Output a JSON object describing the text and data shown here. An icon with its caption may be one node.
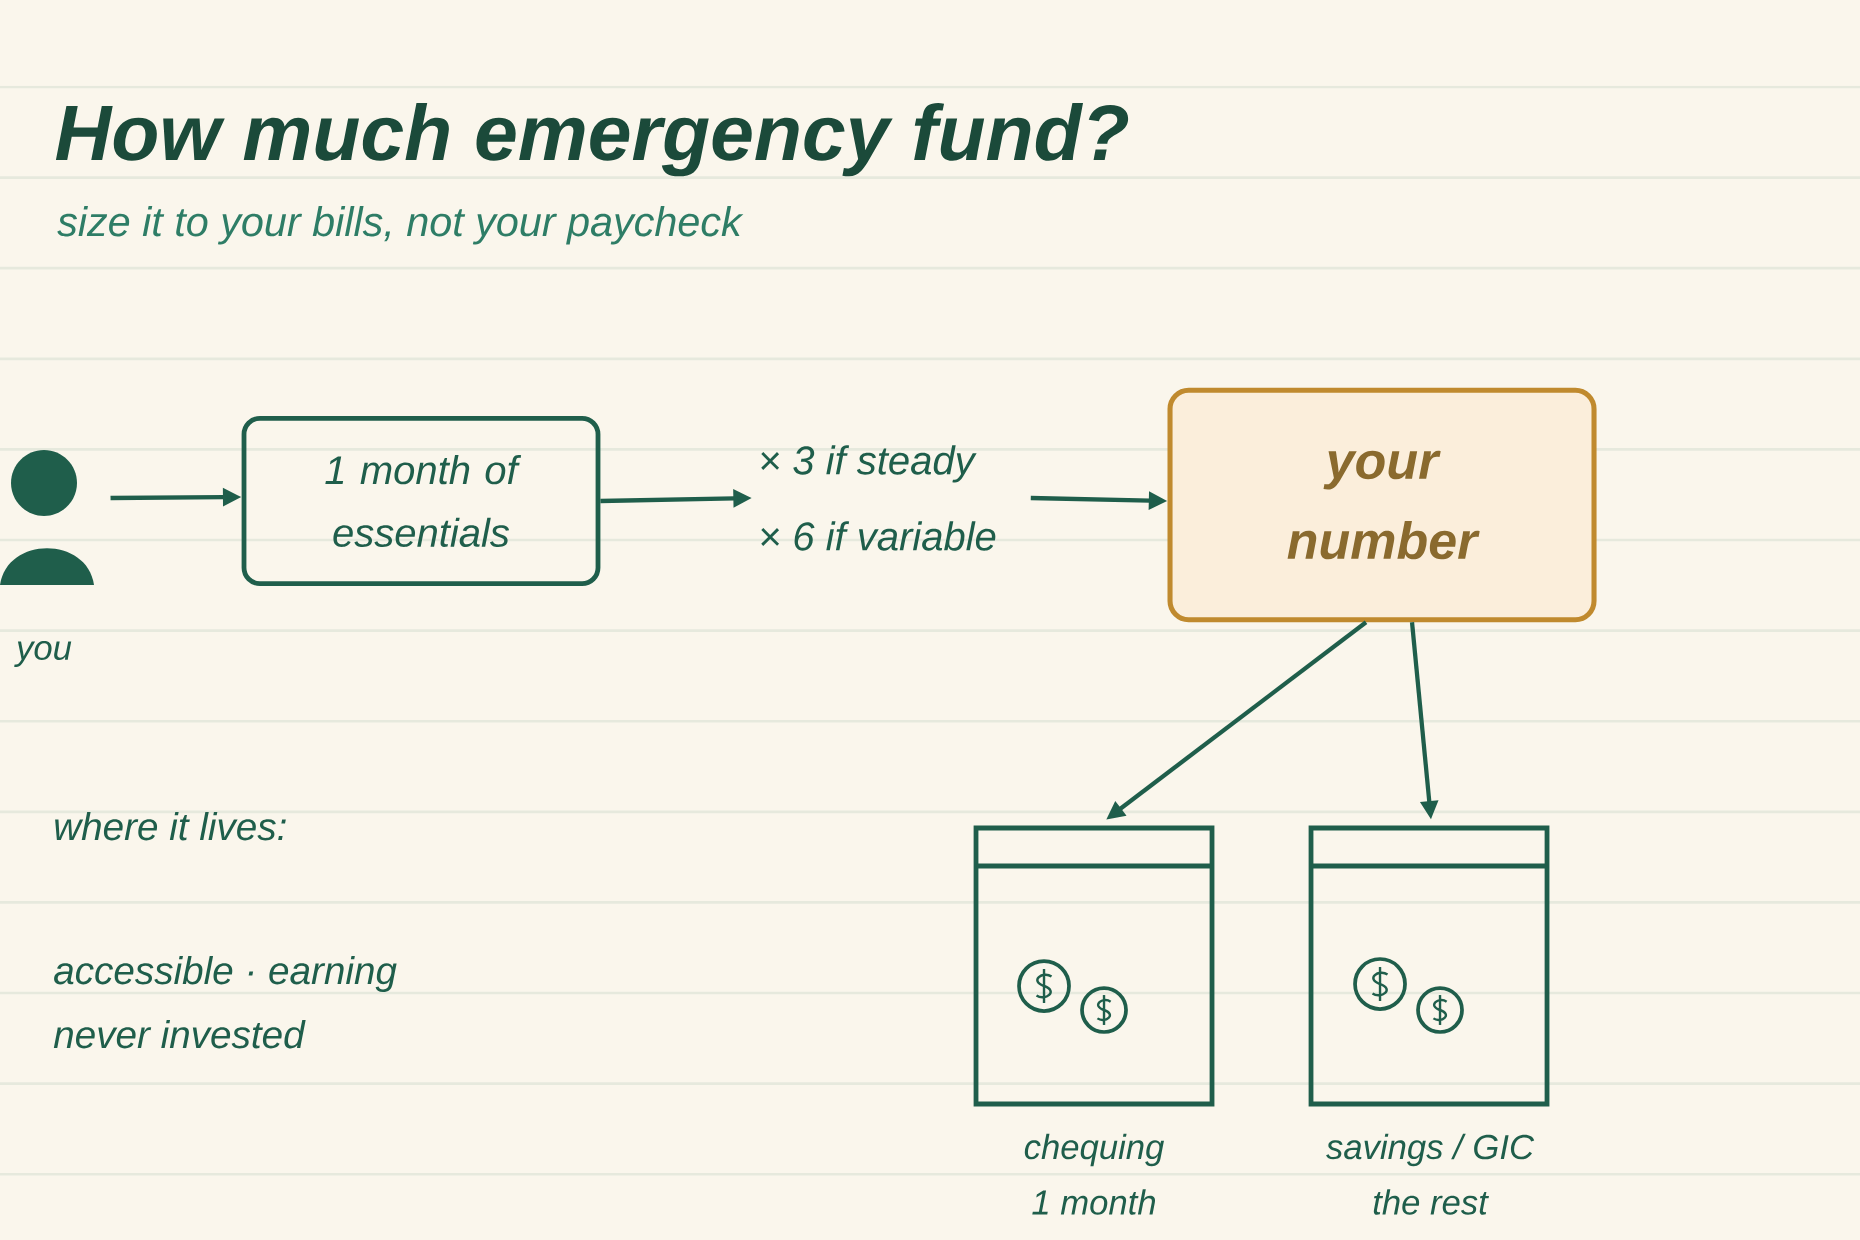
{
  "diagram": {
    "title": "How much emergency fund?",
    "nodes": [
      {
        "text": [],
        "shape": "person",
        "beside": [
          "you"
        ]
      },
      {
        "text": [
          "1 month of essentials"
        ]
      },
      {
        "text": [
          "× 3 if steady",
          "× 6 if variable"
        ]
      },
      {
        "text": [
          "your number"
        ]
      },
      {
        "text": [],
        "shape": "box",
        "beside": [
          "chequing",
          "1 month"
        ]
      },
      {
        "text": [],
        "shape": "box",
        "beside": [
          "savings / GIC",
          "the rest"
        ]
      }
    ],
    "edges": [
      {
        "from": 0,
        "to": 1,
        "arrow": "to"
      },
      {
        "from": 1,
        "to": 2,
        "arrow": "to"
      },
      {
        "from": 2,
        "to": 3,
        "arrow": "to"
      },
      {
        "from": 3,
        "to": 4,
        "arrow": "to"
      },
      {
        "from": 3,
        "to": 5,
        "arrow": "to"
      }
    ],
    "labels": [
      "size it to your bills, not your paycheck",
      "where it lives:",
      "accessible · earning",
      "never invested"
    ]
  }
}
